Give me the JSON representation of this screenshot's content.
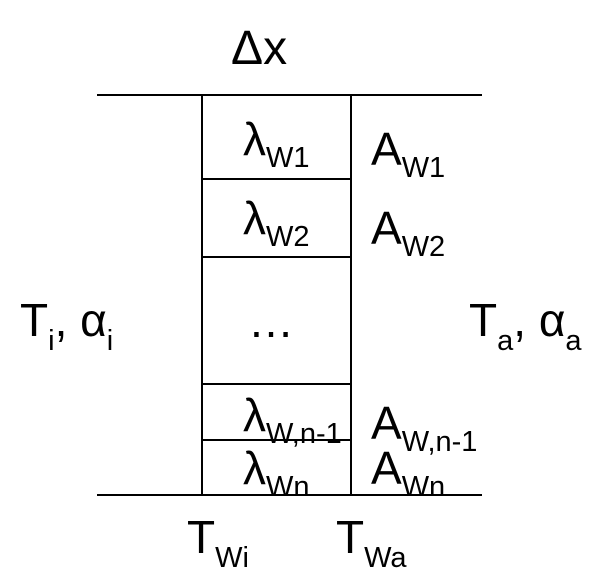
{
  "diagram": {
    "thickness_label": "Δx",
    "inside": {
      "T": "T",
      "T_sub": "i",
      "separator": ", ",
      "alpha": "α",
      "alpha_sub": "i"
    },
    "outside": {
      "T": "T",
      "T_sub": "a",
      "separator": ", ",
      "alpha": "α",
      "alpha_sub": "a"
    },
    "layers": [
      {
        "lambda": "λ",
        "lambda_sub": "W1",
        "area": "A",
        "area_sub": "W1"
      },
      {
        "lambda": "λ",
        "lambda_sub": "W2",
        "area": "A",
        "area_sub": "W2"
      },
      {
        "ellipsis": "…"
      },
      {
        "lambda": "λ",
        "lambda_sub": "W,n-1",
        "area": "A",
        "area_sub": "W,n-1"
      },
      {
        "lambda": "λ",
        "lambda_sub": "Wn",
        "area": "A",
        "area_sub": "Wn"
      }
    ],
    "wall_temperatures": {
      "inner": {
        "T": "T",
        "sub": "Wi"
      },
      "outer": {
        "T": "T",
        "sub": "Wa"
      }
    }
  },
  "colors": {
    "line": "#000000",
    "text": "#000000",
    "background": "#ffffff"
  }
}
